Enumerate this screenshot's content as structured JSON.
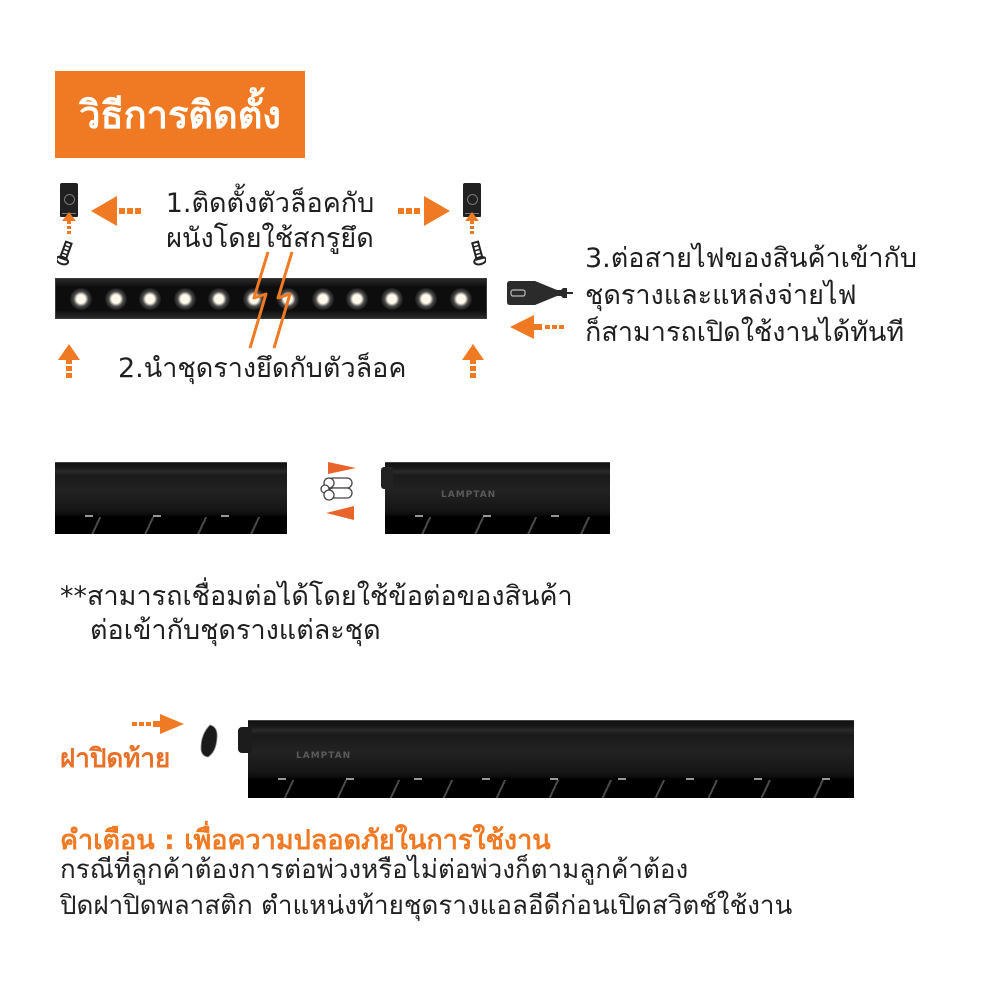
{
  "title": "วิธีการติดตั้ง",
  "colors": {
    "accent": "#f07a23",
    "title_text": "#ffffff",
    "body_text": "#1f1f1f",
    "fixture": "#111111"
  },
  "steps": [
    {
      "number": "1.",
      "lines": [
        "1.ติดตั้งตัวล็อคกับ",
        "ผนังโดยใช้สกรูยึด"
      ],
      "icons": [
        "lock-bracket-icon",
        "screw-icon",
        "arrow-left-icon",
        "arrow-right-icon",
        "arrow-up-icon"
      ]
    },
    {
      "number": "2.",
      "lines": [
        "2.นำชุดรางยึดกับตัวล็อค"
      ],
      "icons": [
        "arrow-up-icon",
        "lightning-break-icon"
      ]
    },
    {
      "number": "3.",
      "lines": [
        "3.ต่อสายไฟของสินค้าเข้ากับ",
        "ชุดรางและแหล่งจ่ายไฟ",
        "ก็สามารถเปิดใช้งานได้ทันที"
      ],
      "icons": [
        "power-plug-icon",
        "arrow-left-icon"
      ]
    }
  ],
  "connector_section": {
    "brand_label": "LAMPTAN",
    "note_lines": [
      "**สามารถเชื่อมต่อได้โดยใช้ข้อต่อของสินค้า",
      "ต่อเข้ากับชุดรางแต่ละชุด"
    ]
  },
  "end_cap_section": {
    "label": "ฝาปิดท้าย",
    "brand_label": "LAMPTAN"
  },
  "warning": {
    "title": "คำเตือน : เพื่อความปลอดภัยในการใช้งาน",
    "lines": [
      "กรณีที่ลูกค้าต้องการต่อพ่วงหรือไม่ต่อพ่วงก็ตามลูกค้าต้อง",
      "ปิดฝาปิดพลาสติก ตำแหน่งท้ายชุดรางแอลอีดีก่อนเปิดสวิตช์ใช้งาน"
    ]
  }
}
